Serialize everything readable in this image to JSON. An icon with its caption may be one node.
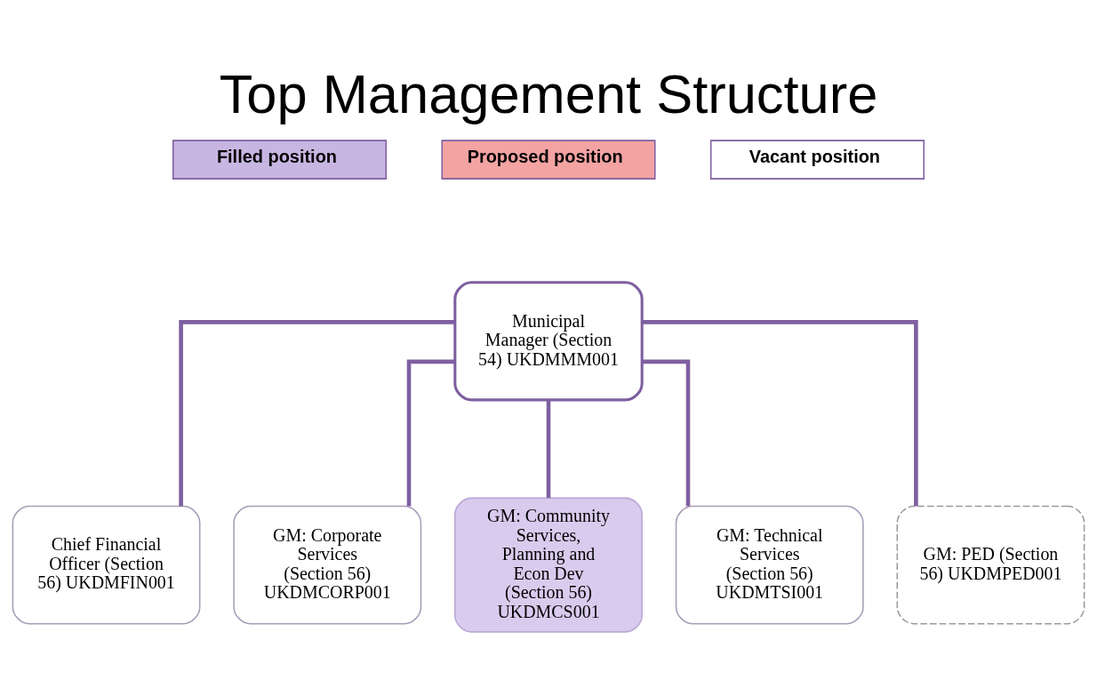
{
  "diagram": {
    "title": "Top Management Structure",
    "nodes": [
      {
        "text": [
          "Municipal Manager (Section 54) UKDMMM001"
        ]
      },
      {
        "text": [
          "Chief Financial Officer (Section 56) UKDMFIN001"
        ]
      },
      {
        "text": [
          "GM: Corporate Services (Section 56) UKDMCORP001"
        ]
      },
      {
        "text": [
          "GM: Community Services, Planning and Econ Dev (Section 56) UKDMCS001"
        ]
      },
      {
        "text": [
          "GM: Technical Services (Section 56) UKDMTSI001"
        ]
      },
      {
        "text": [
          "GM: PED (Section 56) UKDMPED001"
        ]
      }
    ],
    "edges": [
      {
        "from": 0,
        "to": 1,
        "arrow": "none"
      },
      {
        "from": 0,
        "to": 2,
        "arrow": "none"
      },
      {
        "from": 0,
        "to": 3,
        "arrow": "none"
      },
      {
        "from": 0,
        "to": 4,
        "arrow": "none"
      },
      {
        "from": 0,
        "to": 5,
        "arrow": "none"
      }
    ],
    "legend": [
      {
        "text": "Filled position",
        "color": "#c8b6e2"
      },
      {
        "text": "Proposed position",
        "color": "#f4a3a3"
      },
      {
        "text": "Vacant position",
        "color": "#ffffff"
      }
    ]
  }
}
